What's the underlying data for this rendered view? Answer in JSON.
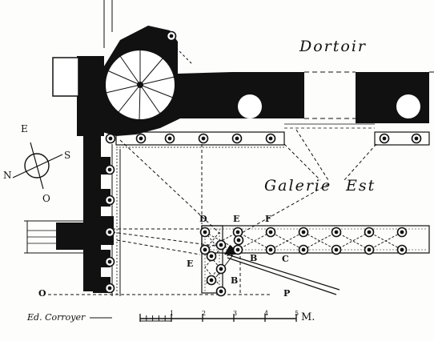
{
  "labels": {
    "dortoir": "Dortoir",
    "galerie": "Galerie",
    "est": "Est",
    "signature": "Ed. Corroyer"
  },
  "compass": {
    "n": "N",
    "e": "E",
    "s": "S",
    "o": "O"
  },
  "points": {
    "d": "D",
    "e_top": "E",
    "f": "F",
    "a": "A",
    "b1": "B",
    "c": "C",
    "e_left": "E",
    "b2": "B",
    "o": "O",
    "p": "P"
  },
  "scale": {
    "ticks": [
      "1",
      "2",
      "3",
      "4",
      "5"
    ],
    "unit": "M."
  }
}
